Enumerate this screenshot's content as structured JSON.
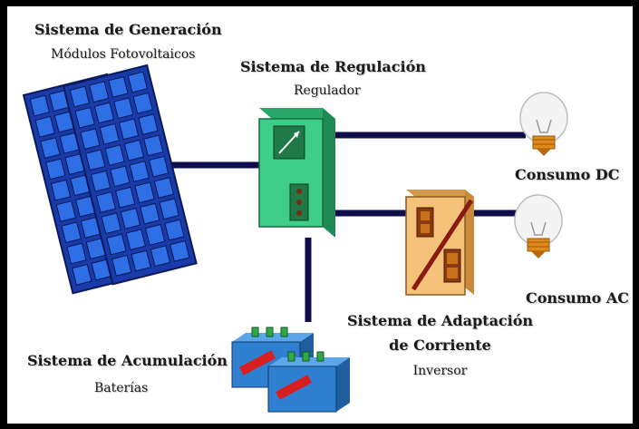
{
  "generation": {
    "title": "Sistema de Generación",
    "subtitle": "Módulos Fotovoltaicos"
  },
  "regulation": {
    "title": "Sistema de Regulación",
    "subtitle": "Regulador"
  },
  "consumption_dc": {
    "label": "Consumo DC"
  },
  "consumption_ac": {
    "label": "Consumo AC"
  },
  "adaptation": {
    "title_line1": "Sistema de Adaptación",
    "title_line2": "de Corriente",
    "subtitle": "Inversor"
  },
  "accumulation": {
    "title": "Sistema de Acumulación",
    "subtitle": "Baterías"
  },
  "colors": {
    "panel": "#1a3aa8",
    "cell": "#2e6fe6",
    "regulator": "#3fce8a",
    "inverter": "#f5c27a",
    "battery": "#2f7fd1",
    "wire": "#0d0d4a"
  }
}
